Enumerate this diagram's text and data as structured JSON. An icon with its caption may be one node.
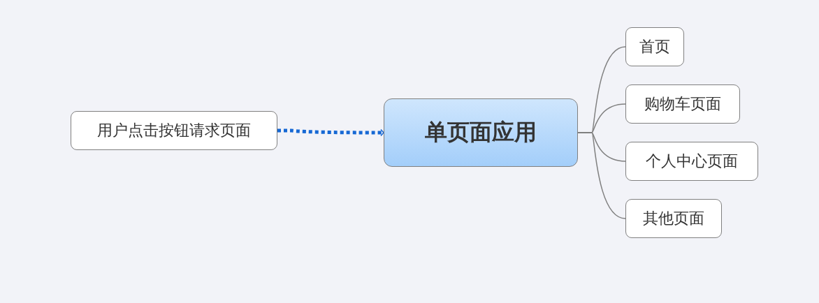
{
  "diagram": {
    "nodes": [
      {
        "text": [
          "用户点击按钮请求页面"
        ]
      },
      {
        "text": [
          "单页面应用"
        ]
      },
      {
        "text": [
          "首页"
        ]
      },
      {
        "text": [
          "购物车页面"
        ]
      },
      {
        "text": [
          "个人中心页面"
        ]
      },
      {
        "text": [
          "其他页面"
        ]
      }
    ],
    "edges": [
      {
        "from": 0,
        "to": 1,
        "arrow": "to",
        "style": "dashed",
        "color": "#1668d4"
      },
      {
        "from": 1,
        "to": 2,
        "arrow": "none"
      },
      {
        "from": 1,
        "to": 3,
        "arrow": "none"
      },
      {
        "from": 1,
        "to": 4,
        "arrow": "none"
      },
      {
        "from": 1,
        "to": 5,
        "arrow": "none"
      }
    ]
  }
}
